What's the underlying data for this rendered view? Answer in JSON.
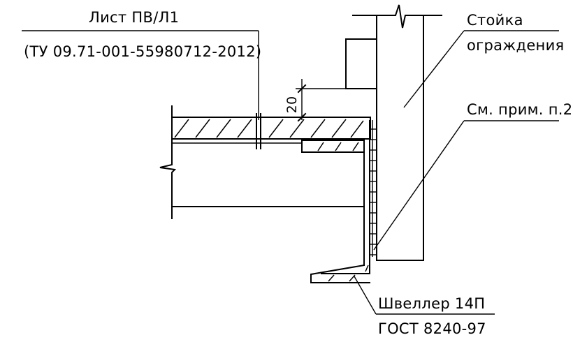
{
  "drawing": {
    "sheet_label": "Лист ПВ/Л1",
    "sheet_spec": "(ТУ 09.71-001-55980712-2012)",
    "post_label_line1": "Стойка",
    "post_label_line2": "ограждения",
    "note_label": "См. прим. п.2",
    "dimension_value": "20",
    "channel_label": "Швеллер 14П",
    "channel_standard": "ГОСТ 8240-97"
  }
}
